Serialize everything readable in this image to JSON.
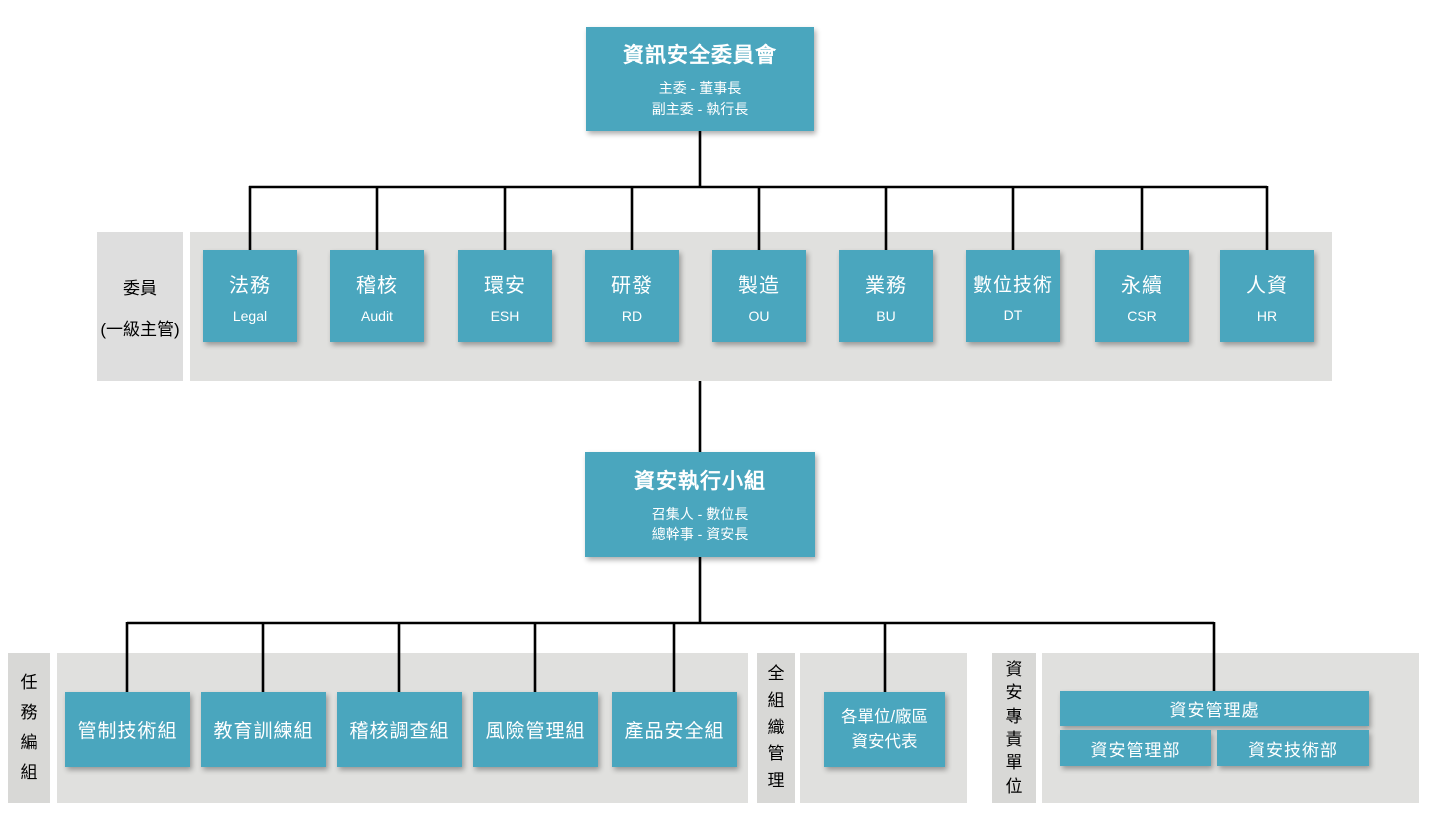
{
  "colors": {
    "node_teal": "#4AA6BE",
    "panel_gray": "#E0E0DE",
    "strip_gray": "#D8D8D6",
    "connector_black": "#000000",
    "node_text": "#FFFFFF",
    "label_text": "#000000"
  },
  "committee": {
    "title": "資訊安全委員會",
    "chair_line": "主委 - 董事長",
    "vice_chair_line": "副主委 - 執行長",
    "row_label_line1": "委員",
    "row_label_line2": "(一級主管)",
    "members": [
      {
        "zh": "法務",
        "en": "Legal"
      },
      {
        "zh": "稽核",
        "en": "Audit"
      },
      {
        "zh": "環安",
        "en": "ESH"
      },
      {
        "zh": "研發",
        "en": "RD"
      },
      {
        "zh": "製造",
        "en": "OU"
      },
      {
        "zh": "業務",
        "en": "BU"
      },
      {
        "zh": "數位技術",
        "en": "DT"
      },
      {
        "zh": "永續",
        "en": "CSR"
      },
      {
        "zh": "人資",
        "en": "HR"
      }
    ]
  },
  "exec_team": {
    "title": "資安執行小組",
    "convener_line": "召集人 - 數位長",
    "secretary_line": "總幹事 - 資安長"
  },
  "task_groups": {
    "label": "任務編組",
    "items": [
      "管制技術組",
      "教育訓練組",
      "稽核調查組",
      "風險管理組",
      "產品安全組"
    ]
  },
  "org_wide": {
    "label": "全組織管理",
    "box_line1": "各單位/廠區",
    "box_line2": "資安代表"
  },
  "dedicated_unit": {
    "label": "資安專責單位",
    "division": "資安管理處",
    "departments": [
      "資安管理部",
      "資安技術部"
    ]
  }
}
